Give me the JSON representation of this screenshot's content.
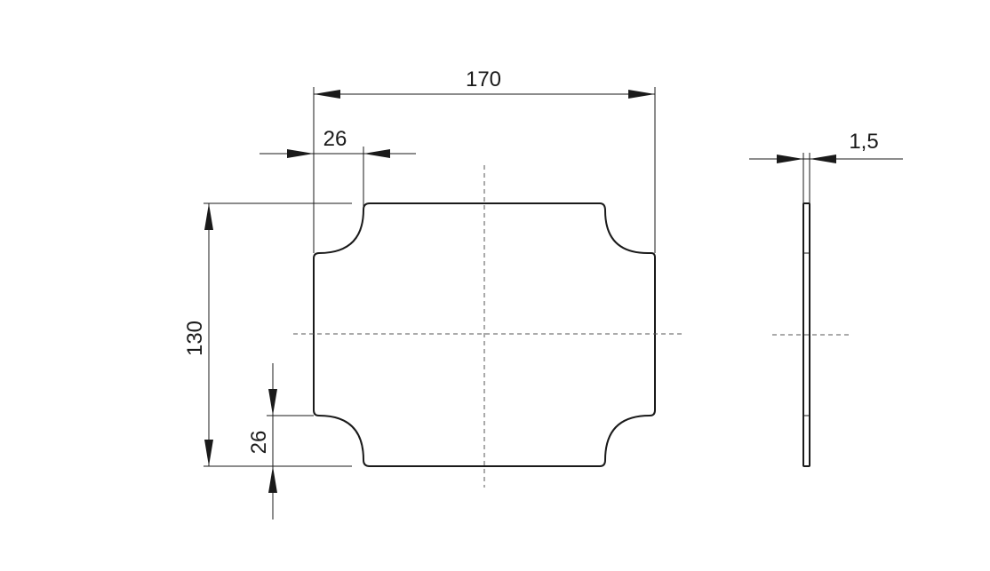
{
  "dimensions": {
    "overall_width": "170",
    "corner_notch_width": "26",
    "overall_height": "130",
    "corner_notch_height": "26",
    "thickness": "1,5"
  }
}
